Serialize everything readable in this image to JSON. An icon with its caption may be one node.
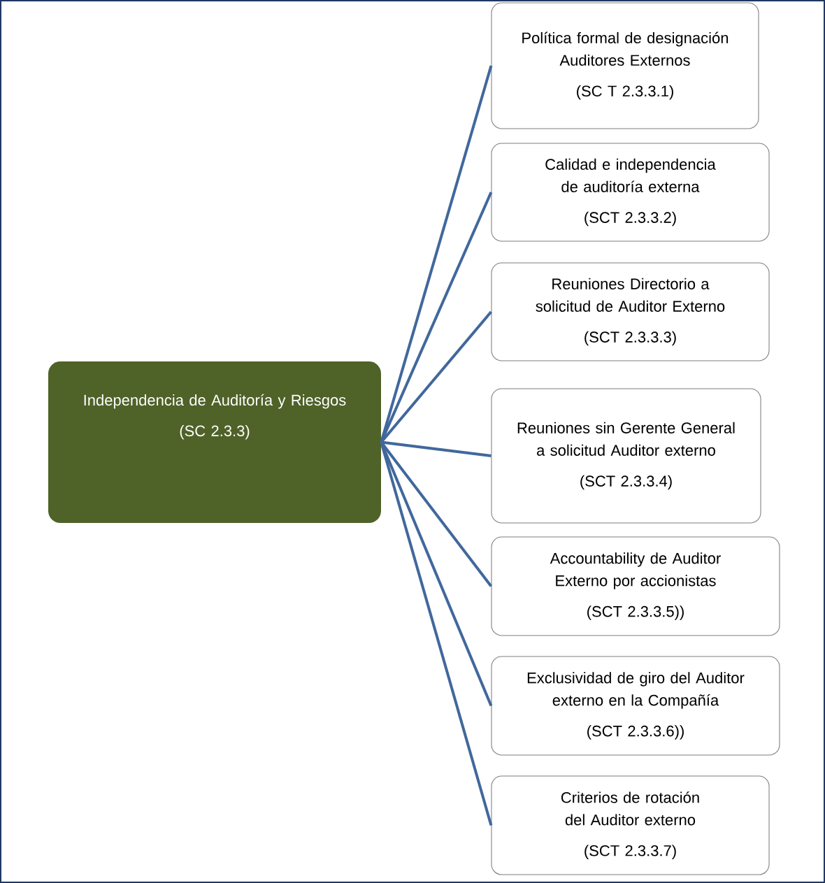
{
  "diagram": {
    "nodes": [
      {
        "text": [
          "Independencia de Auditoría y Riesgos",
          "(SC 2.3.3)"
        ]
      },
      {
        "text": [
          "Política formal de designación Auditores Externos",
          "(SC T 2.3.3.1)"
        ]
      },
      {
        "text": [
          "Calidad e independencia de auditoría externa",
          "(SCT 2.3.3.2)"
        ]
      },
      {
        "text": [
          "Reuniones Directorio a solicitud de Auditor Externo",
          "(SCT 2.3.3.3)"
        ]
      },
      {
        "text": [
          "Reuniones sin Gerente General a solicitud Auditor externo",
          "(SCT 2.3.3.4)"
        ]
      },
      {
        "text": [
          "Accountability de Auditor Externo por accionistas",
          "(SCT 2.3.3.5))"
        ]
      },
      {
        "text": [
          "Exclusividad de giro del Auditor externo en la Compañía",
          "(SCT 2.3.3.6))"
        ]
      },
      {
        "text": [
          "Criterios de rotación del Auditor externo",
          "(SCT 2.3.3.7)"
        ]
      }
    ],
    "edges": [
      {
        "from": 0,
        "to": 1,
        "arrow": "none"
      },
      {
        "from": 0,
        "to": 2,
        "arrow": "none"
      },
      {
        "from": 0,
        "to": 3,
        "arrow": "none"
      },
      {
        "from": 0,
        "to": 4,
        "arrow": "none"
      },
      {
        "from": 0,
        "to": 5,
        "arrow": "none"
      },
      {
        "from": 0,
        "to": 6,
        "arrow": "none"
      },
      {
        "from": 0,
        "to": 7,
        "arrow": "none"
      }
    ]
  }
}
